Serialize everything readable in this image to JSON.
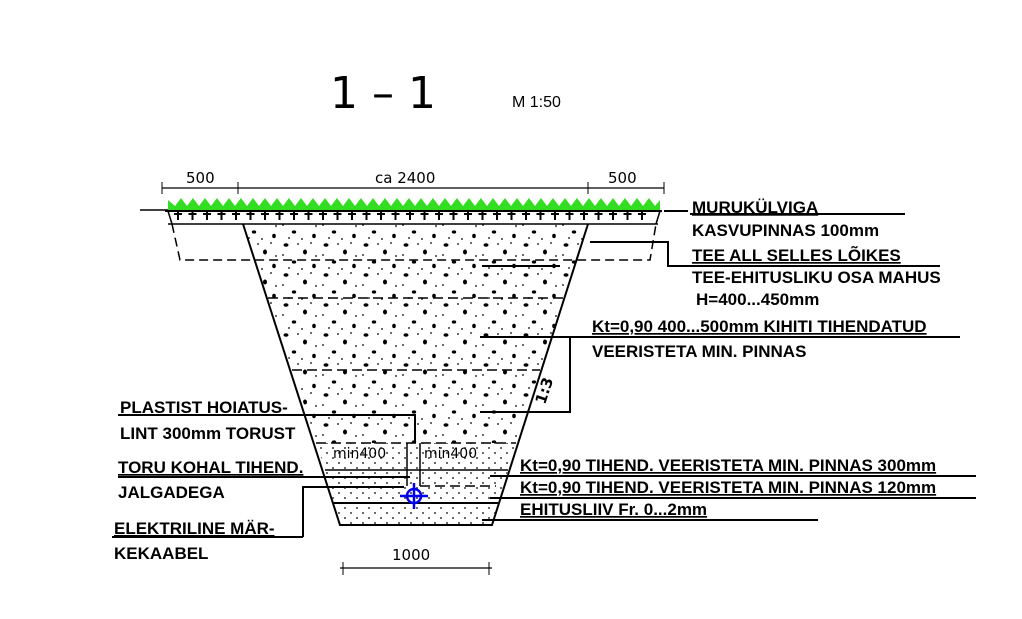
{
  "title": {
    "section": "1 – 1",
    "scale": "M 1:50"
  },
  "dimensions": {
    "left": "500",
    "middle": "ca 2400",
    "right": "500",
    "bottom": "1000",
    "min_left": "min400",
    "min_right": "min400",
    "slope": "1:3"
  },
  "labels_right": [
    "MURUKÜLVIGA",
    "KASVUPINNAS 100mm",
    "TEE ALL SELLES LÕIKES",
    "TEE-EHITUSLIKU OSA MAHUS",
    "H=400...450mm",
    "Kt=0,90 400...500mm KIHITI TIHENDATUD",
    "VEERISTETA MIN. PINNAS",
    "Kt=0,90 TIHEND. VEERISTETA MIN. PINNAS 300mm",
    "Kt=0,90 TIHEND. VEERISTETA MIN. PINNAS 120mm",
    "EHITUSLIIV Fr. 0...2mm"
  ],
  "labels_left": [
    "PLASTIST HOIATUS-",
    "LINT 300mm TORUST",
    "TORU KOHAL TIHEND.",
    "JALGADEGA",
    "ELEKTRILINE MÄR-",
    "KEKAABEL"
  ],
  "colors": {
    "grass": "#33dd22",
    "cable": "#0000ee"
  }
}
